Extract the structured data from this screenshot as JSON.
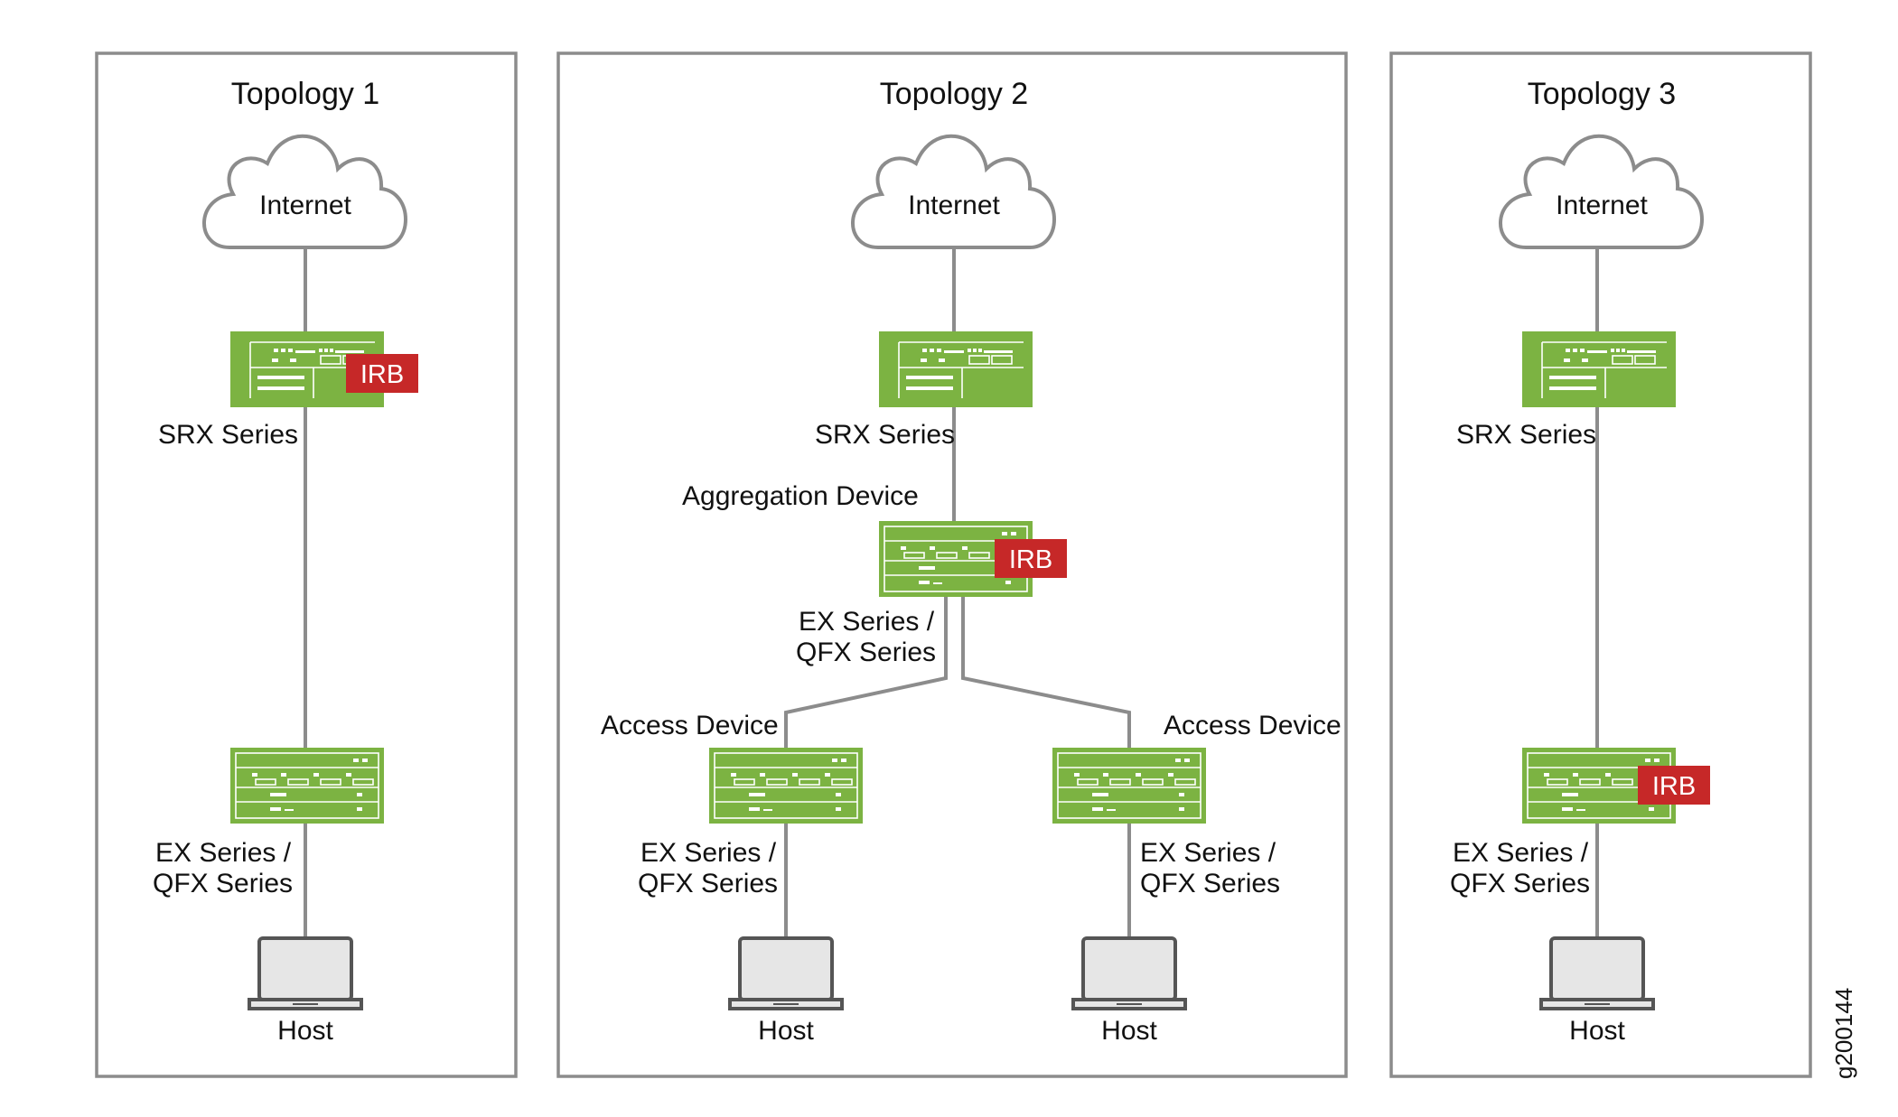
{
  "colors": {
    "frame": "#8c8c8c",
    "link": "#8c8c8c",
    "device_green": "#7cb342",
    "irb_red": "#c62828",
    "laptop_outline": "#555555",
    "laptop_fill": "#e6e6e6"
  },
  "figure_id": "g200144",
  "topologies": [
    {
      "title": "Topology 1",
      "cloud": "Internet",
      "srx": {
        "label": "SRX Series",
        "irb": "IRB"
      },
      "ex": {
        "label_line1": "EX Series /",
        "label_line2": "QFX Series"
      },
      "host": "Host"
    },
    {
      "title": "Topology 2",
      "cloud": "Internet",
      "srx": {
        "label": "SRX Series"
      },
      "aggregation": {
        "role": "Aggregation Device",
        "irb": "IRB",
        "label_line1": "EX Series /",
        "label_line2": "QFX Series"
      },
      "access": [
        {
          "role": "Access Device",
          "label_line1": "EX Series /",
          "label_line2": "QFX Series",
          "host": "Host"
        },
        {
          "role": "Access Device",
          "label_line1": "EX Series /",
          "label_line2": "QFX Series",
          "host": "Host"
        }
      ]
    },
    {
      "title": "Topology 3",
      "cloud": "Internet",
      "srx": {
        "label": "SRX Series"
      },
      "ex": {
        "label_line1": "EX Series /",
        "label_line2": "QFX Series",
        "irb": "IRB"
      },
      "host": "Host"
    }
  ]
}
